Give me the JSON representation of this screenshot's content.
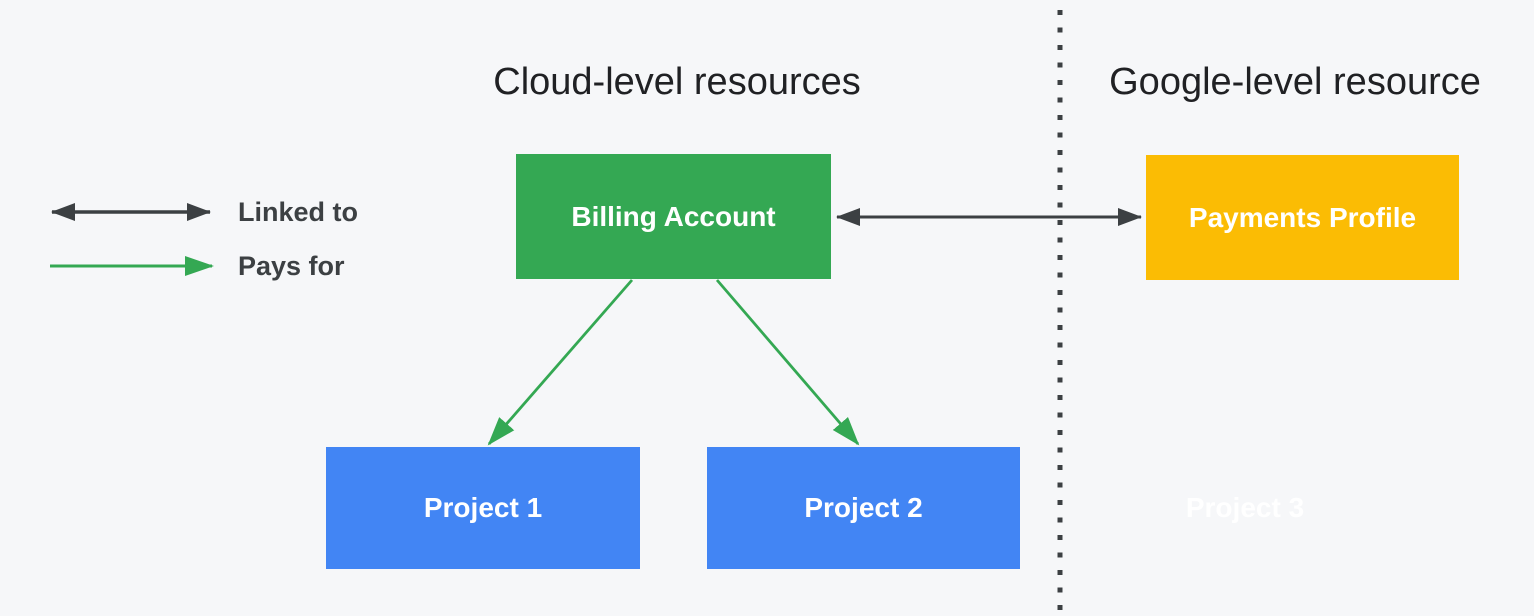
{
  "sections": {
    "left": {
      "title": "Cloud-level resources"
    },
    "right": {
      "title": "Google-level resource"
    }
  },
  "legend": {
    "items": [
      {
        "id": "linked-to",
        "label": "Linked to",
        "arrow_style": "double-headed",
        "arrow_color": "#3C4043"
      },
      {
        "id": "pays-for",
        "label": "Pays for",
        "arrow_style": "single-headed",
        "arrow_color": "#34A853"
      }
    ]
  },
  "nodes": {
    "billing_account": {
      "label": "Billing Account",
      "color": "#34A853",
      "section": "cloud"
    },
    "payments_profile": {
      "label": "Payments Profile",
      "color": "#FBBC04",
      "section": "google"
    },
    "project_1": {
      "label": "Project 1",
      "color": "#4285F4",
      "section": "cloud"
    },
    "project_2": {
      "label": "Project 2",
      "color": "#4285F4",
      "section": "cloud"
    },
    "project_3": {
      "label": "Project 3",
      "color": "#FFFFFF",
      "section": "google"
    }
  },
  "edges": [
    {
      "from": "billing_account",
      "to": "payments_profile",
      "relation": "Linked to"
    },
    {
      "from": "billing_account",
      "to": "project_1",
      "relation": "Pays for"
    },
    {
      "from": "billing_account",
      "to": "project_2",
      "relation": "Pays for"
    }
  ],
  "colors": {
    "background": "#F6F7F9",
    "divider": "#3C4043",
    "title_text": "#202124",
    "legend_text": "#3C4043",
    "node_text": "#FFFFFF"
  }
}
